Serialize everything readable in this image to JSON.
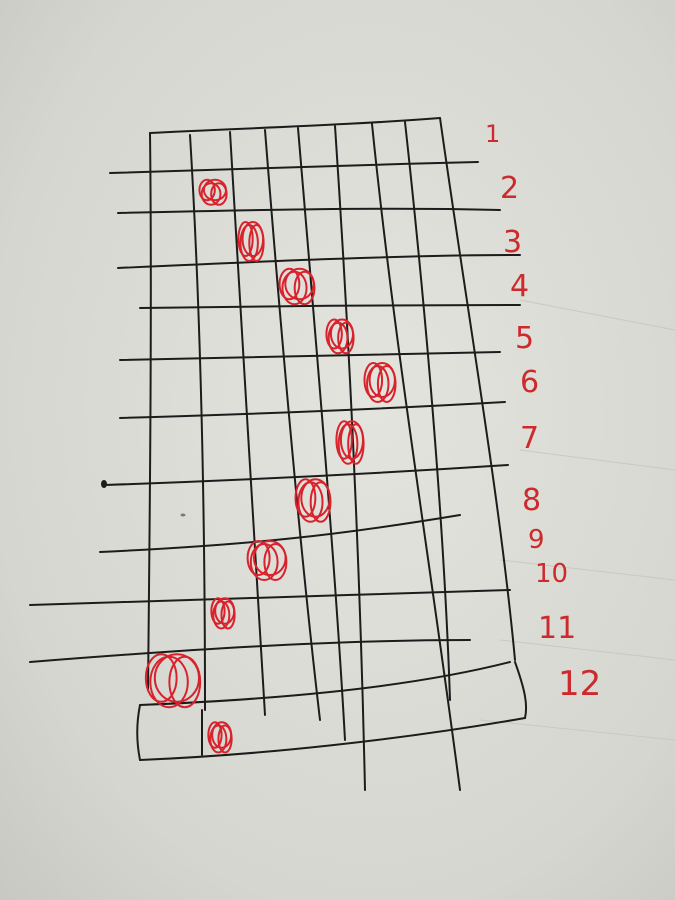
{
  "photo": {
    "paper_color": "#dcdcd6",
    "ink_color": "#1c1c1c",
    "marker_color": "#d8222c",
    "row_numbers": [
      "1",
      "2",
      "3",
      "4",
      "5",
      "6",
      "7",
      "8",
      "9",
      "10",
      "11",
      "12"
    ]
  }
}
